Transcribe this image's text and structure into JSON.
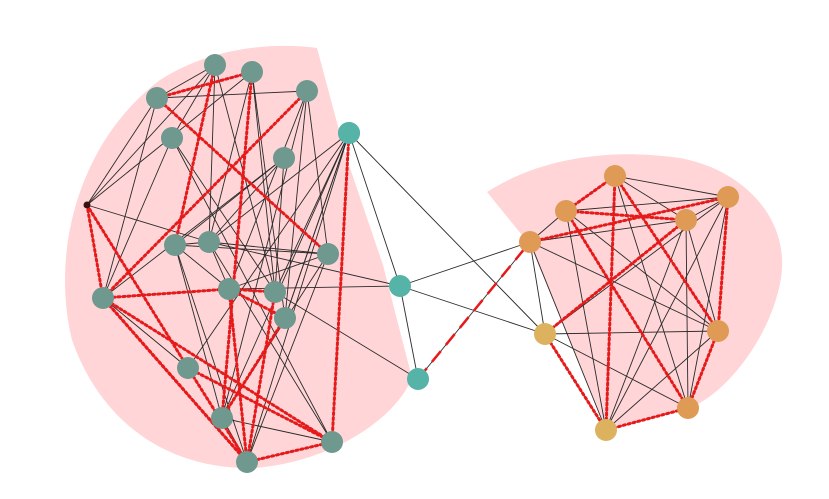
{
  "colors": {
    "background": "#ffffff",
    "region": "#ffc7c9",
    "edge": "#2a2a2a",
    "highlight_edge": "#e61a1a",
    "node_gray": "#6f988f",
    "node_teal": "#56b3a8",
    "node_orange": "#df9a55",
    "node_gold": "#dcb25e",
    "node_dark": "#3a1010"
  },
  "nodes": [
    {
      "id": "a1",
      "group": "gray"
    },
    {
      "id": "a2",
      "group": "gray"
    },
    {
      "id": "a3",
      "group": "gray"
    },
    {
      "id": "a4",
      "group": "gray"
    },
    {
      "id": "a5",
      "group": "gray"
    },
    {
      "id": "a6",
      "group": "gray"
    },
    {
      "id": "a7",
      "group": "dark"
    },
    {
      "id": "a8",
      "group": "gray"
    },
    {
      "id": "a9",
      "group": "gray"
    },
    {
      "id": "a10",
      "group": "gray"
    },
    {
      "id": "a11",
      "group": "gray"
    },
    {
      "id": "a12",
      "group": "gray"
    },
    {
      "id": "a13",
      "group": "gray"
    },
    {
      "id": "a14",
      "group": "gray"
    },
    {
      "id": "a15",
      "group": "gray"
    },
    {
      "id": "a16",
      "group": "gray"
    },
    {
      "id": "a17",
      "group": "gray"
    },
    {
      "id": "a18",
      "group": "gray"
    },
    {
      "id": "a19",
      "group": "gray"
    },
    {
      "id": "t1",
      "group": "teal"
    },
    {
      "id": "t2",
      "group": "teal"
    },
    {
      "id": "t3",
      "group": "teal"
    },
    {
      "id": "b1",
      "group": "orange"
    },
    {
      "id": "b2",
      "group": "orange"
    },
    {
      "id": "b3",
      "group": "orange"
    },
    {
      "id": "b4",
      "group": "orange"
    },
    {
      "id": "b5",
      "group": "orange"
    },
    {
      "id": "b6",
      "group": "orange"
    },
    {
      "id": "b7",
      "group": "orange"
    },
    {
      "id": "b8",
      "group": "gold"
    },
    {
      "id": "b9",
      "group": "gold"
    }
  ],
  "edges": [
    [
      "a3",
      "a1"
    ],
    [
      "a3",
      "a2"
    ],
    [
      "a3",
      "a4"
    ],
    [
      "a3",
      "a10"
    ],
    [
      "a3",
      "a11"
    ],
    [
      "a1",
      "a8"
    ],
    [
      "a1",
      "a9"
    ],
    [
      "a1",
      "a5"
    ],
    [
      "a1",
      "a13"
    ],
    [
      "a2",
      "a9"
    ],
    [
      "a2",
      "a14"
    ],
    [
      "a2",
      "a13"
    ],
    [
      "a4",
      "a10"
    ],
    [
      "a4",
      "a12"
    ],
    [
      "a4",
      "a14"
    ],
    [
      "a4",
      "a16"
    ],
    [
      "a5",
      "a13"
    ],
    [
      "a5",
      "a11"
    ],
    [
      "a5",
      "a18"
    ],
    [
      "a6",
      "a13"
    ],
    [
      "a6",
      "a9"
    ],
    [
      "a6",
      "a11"
    ],
    [
      "a6",
      "a8"
    ],
    [
      "a7",
      "a3"
    ],
    [
      "a7",
      "a1"
    ],
    [
      "a7",
      "a9"
    ],
    [
      "a7",
      "a2"
    ],
    [
      "a7",
      "a11"
    ],
    [
      "a7",
      "a15"
    ],
    [
      "a8",
      "a9"
    ],
    [
      "a8",
      "a10"
    ],
    [
      "a8",
      "a16"
    ],
    [
      "a8",
      "a12"
    ],
    [
      "a8",
      "a19"
    ],
    [
      "a9",
      "a10"
    ],
    [
      "a9",
      "a12"
    ],
    [
      "a9",
      "a17"
    ],
    [
      "a9",
      "a18"
    ],
    [
      "a10",
      "a12"
    ],
    [
      "a10",
      "a16"
    ],
    [
      "a10",
      "a19"
    ],
    [
      "a11",
      "a15"
    ],
    [
      "a11",
      "a12"
    ],
    [
      "a11",
      "a18"
    ],
    [
      "a12",
      "a19"
    ],
    [
      "a12",
      "a13"
    ],
    [
      "a13",
      "a17"
    ],
    [
      "a13",
      "a19"
    ],
    [
      "a14",
      "a16"
    ],
    [
      "a14",
      "a17"
    ],
    [
      "a15",
      "a17"
    ],
    [
      "a15",
      "a19"
    ],
    [
      "a15",
      "a18"
    ],
    [
      "a16",
      "a18"
    ],
    [
      "a16",
      "a17"
    ],
    [
      "a16",
      "a19"
    ],
    [
      "a17",
      "t3"
    ],
    [
      "a17",
      "a19"
    ],
    [
      "a17",
      "a18"
    ],
    [
      "a18",
      "a19"
    ],
    [
      "a12",
      "t1"
    ],
    [
      "a13",
      "t2"
    ],
    [
      "a9",
      "t1"
    ],
    [
      "a14",
      "t3"
    ],
    [
      "t1",
      "b1"
    ],
    [
      "t1",
      "b8"
    ],
    [
      "t1",
      "t2"
    ],
    [
      "t2",
      "b1"
    ],
    [
      "t3",
      "b8"
    ],
    [
      "t1",
      "t3"
    ],
    [
      "b1",
      "b8"
    ],
    [
      "b1",
      "b2"
    ],
    [
      "b1",
      "b4"
    ],
    [
      "b1",
      "b5"
    ],
    [
      "b1",
      "b6"
    ],
    [
      "b1",
      "b9"
    ],
    [
      "b2",
      "b5"
    ],
    [
      "b2",
      "b3"
    ],
    [
      "b2",
      "b6"
    ],
    [
      "b2",
      "b9"
    ],
    [
      "b2",
      "b7"
    ],
    [
      "b3",
      "b4"
    ],
    [
      "b3",
      "b5"
    ],
    [
      "b3",
      "b6"
    ],
    [
      "b3",
      "b7"
    ],
    [
      "b3",
      "b9"
    ],
    [
      "b4",
      "b5"
    ],
    [
      "b4",
      "b6"
    ],
    [
      "b4",
      "b7"
    ],
    [
      "b4",
      "b8"
    ],
    [
      "b4",
      "b9"
    ],
    [
      "b5",
      "b7"
    ],
    [
      "b5",
      "b8"
    ],
    [
      "b5",
      "b9"
    ],
    [
      "b6",
      "b7"
    ],
    [
      "b6",
      "b8"
    ],
    [
      "b6",
      "b9"
    ],
    [
      "b7",
      "b9"
    ],
    [
      "b8",
      "b9"
    ],
    [
      "b8",
      "b7"
    ]
  ],
  "highlight_edges": [
    [
      "a2",
      "a3"
    ],
    [
      "a3",
      "a10"
    ],
    [
      "a2",
      "a16"
    ],
    [
      "a1",
      "a8"
    ],
    [
      "a4",
      "a11"
    ],
    [
      "a7",
      "a11"
    ],
    [
      "a7",
      "a15"
    ],
    [
      "a11",
      "a19"
    ],
    [
      "a11",
      "a18"
    ],
    [
      "a15",
      "a18"
    ],
    [
      "a12",
      "a19"
    ],
    [
      "a12",
      "a13"
    ],
    [
      "a13",
      "a19"
    ],
    [
      "a15",
      "a19"
    ],
    [
      "a11",
      "a12"
    ],
    [
      "a17",
      "a18"
    ],
    [
      "a12",
      "a14"
    ],
    [
      "a11",
      "a19"
    ],
    [
      "a18",
      "a19"
    ],
    [
      "a14",
      "a16"
    ],
    [
      "b2",
      "b4"
    ],
    [
      "b2",
      "b3"
    ],
    [
      "b3",
      "b6"
    ],
    [
      "b5",
      "b6"
    ],
    [
      "b6",
      "b7"
    ],
    [
      "b4",
      "b8"
    ],
    [
      "b8",
      "b9"
    ],
    [
      "b9",
      "b3"
    ],
    [
      "b7",
      "b9"
    ],
    [
      "b5",
      "b1"
    ],
    [
      "b2",
      "b7"
    ]
  ],
  "dashed_edges": [
    [
      "t3",
      "b1"
    ]
  ]
}
